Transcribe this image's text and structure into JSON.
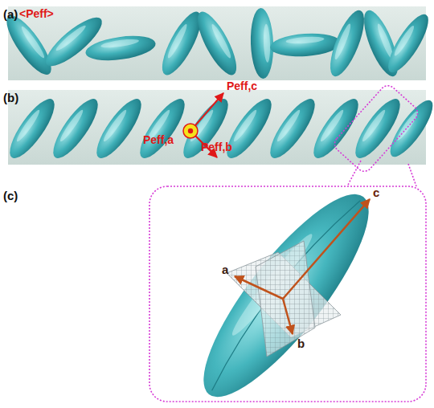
{
  "diagram": {
    "labels": [
      "(a)",
      "<Peff>",
      "(b)",
      "Peff,c",
      "Peff,a",
      "Peff,b",
      "(c)",
      "c",
      "a",
      "b"
    ]
  }
}
